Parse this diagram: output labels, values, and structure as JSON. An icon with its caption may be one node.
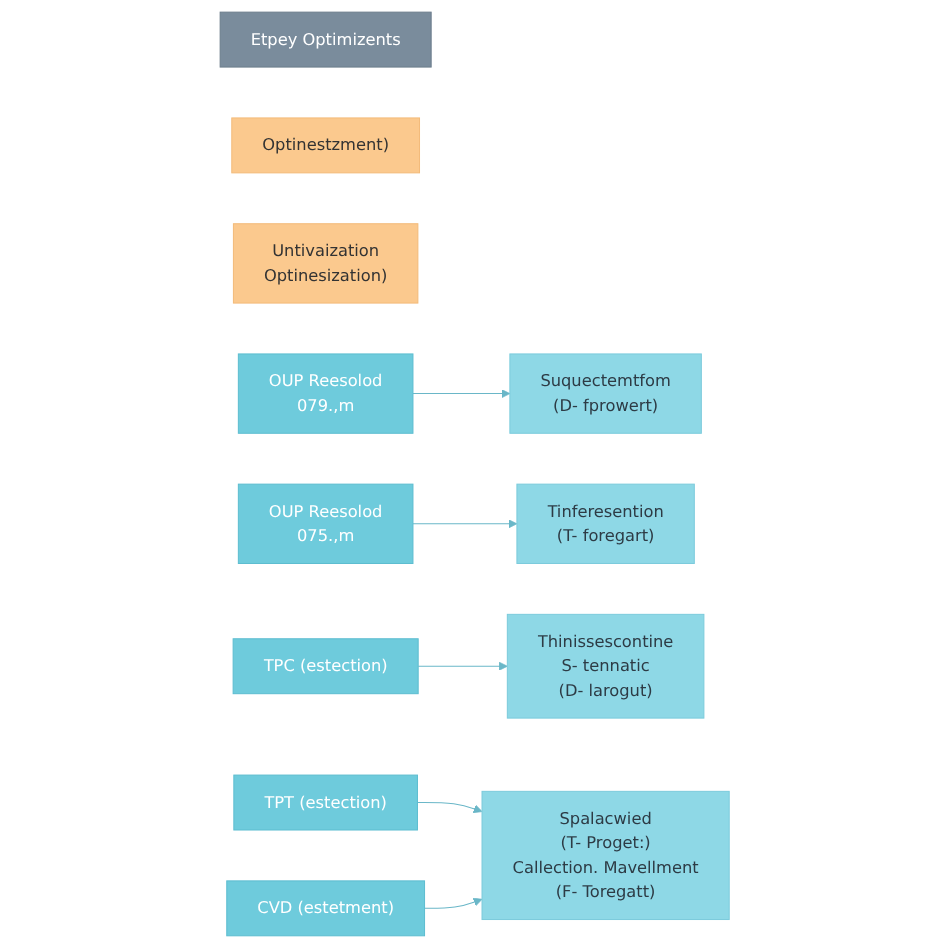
{
  "diagram": {
    "nodes": [
      {
        "text": [
          "Etpey Optimizents"
        ]
      },
      {
        "text": [
          "Optinestzment)"
        ]
      },
      {
        "text": [
          "Untivaization",
          "Optinesization)"
        ]
      },
      {
        "text": [
          "OUP Reesolod",
          "079.,m"
        ]
      },
      {
        "text": [
          "OUP Reesolod",
          "075.,m"
        ]
      },
      {
        "text": [
          "TPC (estection)"
        ]
      },
      {
        "text": [
          "TPT (estection)"
        ]
      },
      {
        "text": [
          "CVD (estetment)"
        ]
      },
      {
        "text": [
          "Suquectemtfom",
          "(D- fprowert)"
        ]
      },
      {
        "text": [
          "Tinferesention",
          "(T- foregart)"
        ]
      },
      {
        "text": [
          "Thinissescontine",
          "S- tennatic",
          "(D- larogut)"
        ]
      },
      {
        "text": [
          "Spalacwied",
          "(T- Proget:)",
          "Callection. Mavellment",
          "(F- Toregatt)"
        ]
      }
    ],
    "edges": [
      {
        "from": 3,
        "to": 8,
        "arrow": "to"
      },
      {
        "from": 4,
        "to": 9,
        "arrow": "to"
      },
      {
        "from": 5,
        "to": 10,
        "arrow": "to"
      },
      {
        "from": 6,
        "to": 11,
        "arrow": "to"
      },
      {
        "from": 7,
        "to": 11,
        "arrow": "to"
      }
    ]
  }
}
